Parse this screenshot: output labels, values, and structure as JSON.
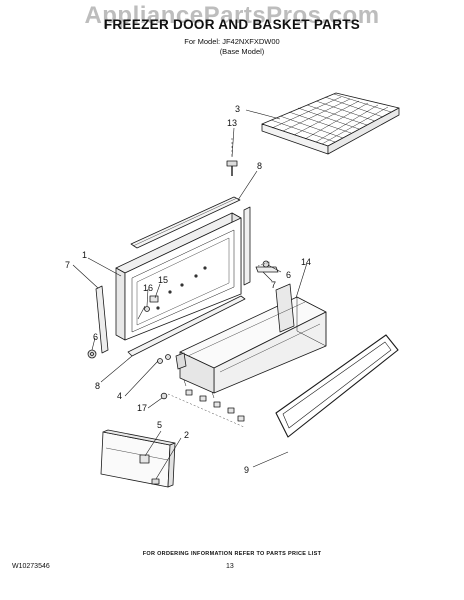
{
  "watermark": "AppliancePartsPros.com",
  "header": {
    "title": "FREEZER DOOR AND BASKET PARTS",
    "model_line": "For Model: JF42NXFXDW00",
    "model_note": "(Base Model)"
  },
  "callouts": {
    "c1": "1",
    "c2": "2",
    "c3": "3",
    "c4": "4",
    "c5": "5",
    "c6a": "6",
    "c6b": "6",
    "c7a": "7",
    "c7b": "7",
    "c8a": "8",
    "c8b": "8",
    "c9": "9",
    "c13": "13",
    "c14": "14",
    "c15": "15",
    "c16": "16",
    "c17": "17"
  },
  "footer": {
    "ordering_info": "FOR ORDERING INFORMATION REFER TO PARTS PRICE LIST",
    "doc_number": "W10273546",
    "page_number": "13"
  }
}
